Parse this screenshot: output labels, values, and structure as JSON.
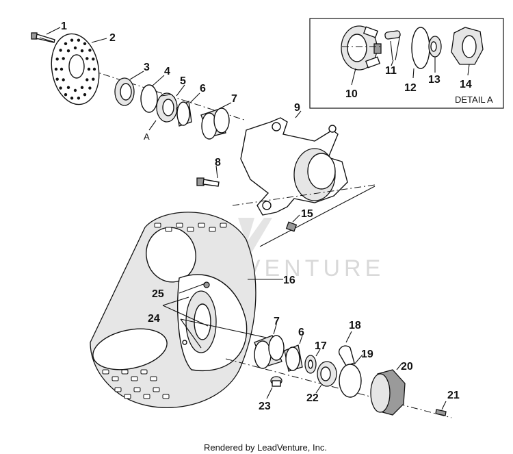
{
  "callouts": {
    "c1": "1",
    "c2": "2",
    "c3": "3",
    "c4": "4",
    "c5": "5",
    "c6": "6",
    "c7": "7",
    "c8": "8",
    "c9": "9",
    "c10": "10",
    "c11": "11",
    "c12": "12",
    "c13": "13",
    "c14": "14",
    "c15": "15",
    "c16": "16",
    "c17": "17",
    "c18": "18",
    "c19": "19",
    "c20": "20",
    "c21": "21",
    "c22": "22",
    "c23": "23",
    "c24": "24",
    "c25": "25",
    "c6b": "6",
    "c7b": "7"
  },
  "detail_ref": "A",
  "detail_title": "DETAIL A",
  "watermark": "LEADVENTURE",
  "footer": "Rendered by LeadVenture, Inc.",
  "colors": {
    "ink": "#111111",
    "watermark": "#d9d9d9"
  }
}
